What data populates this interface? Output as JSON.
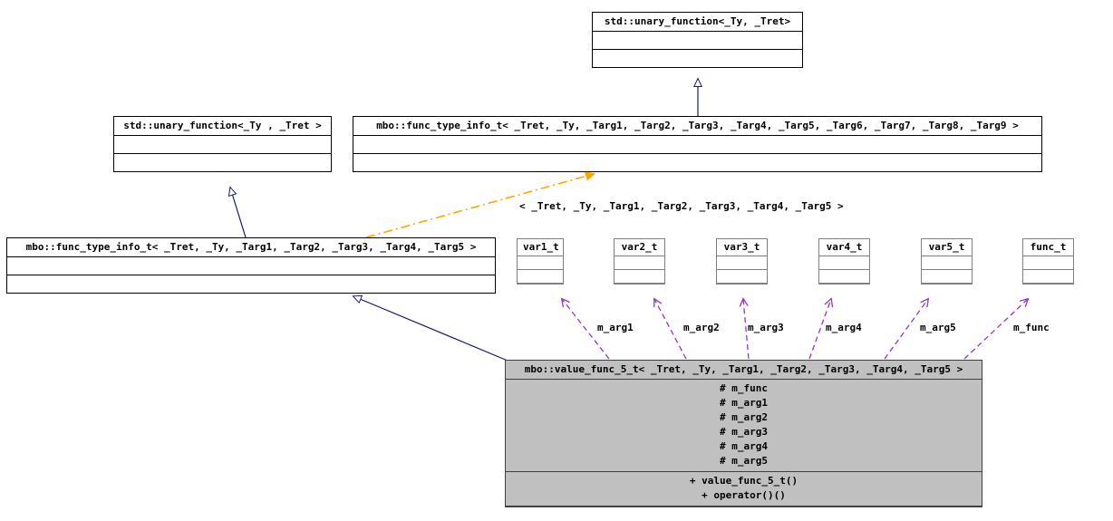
{
  "diagram": {
    "kind": "uml-class-collaboration-diagram",
    "background": "#ffffff",
    "colors": {
      "node_border": "#000000",
      "small_node_border": "#808080",
      "highlight_fill": "#c0c0c0",
      "inheritance_edge": "#191970",
      "usage_edge": "#9932cc",
      "instantiation_edge": "#ffa500"
    }
  },
  "nodes": {
    "std_unary_function_top": {
      "title": "std::unary_function<_Ty, _Tret>"
    },
    "std_unary_function_left": {
      "title": "std::unary_function<_Ty , _Tret >"
    },
    "func_type_info_full": {
      "title": "mbo::func_type_info_t< _Tret, _Ty, _Targ1, _Targ2, _Targ3, _Targ4, _Targ5, _Targ6, _Targ7, _Targ8, _Targ9 >"
    },
    "func_type_info_5": {
      "title": "mbo::func_type_info_t< _Tret, _Ty, _Targ1, _Targ2, _Targ3, _Targ4, _Targ5 >"
    },
    "var1": {
      "title": "var1_t"
    },
    "var2": {
      "title": "var2_t"
    },
    "var3": {
      "title": "var3_t"
    },
    "var4": {
      "title": "var4_t"
    },
    "var5": {
      "title": "var5_t"
    },
    "func": {
      "title": "func_t"
    },
    "value_func_5": {
      "title": "mbo::value_func_5_t< _Tret, _Ty, _Targ1, _Targ2, _Targ3, _Targ4, _Targ5 >",
      "members": [
        "# m_func",
        "# m_arg1",
        "# m_arg2",
        "# m_arg3",
        "# m_arg4",
        "# m_arg5"
      ],
      "methods": [
        "+ value_func_5_t()",
        "+ operator()()"
      ]
    }
  },
  "edge_labels": {
    "template_binding": "< _Tret, _Ty, _Targ1, _Targ2, _Targ3, _Targ4, _Targ5 >",
    "m_arg1": "m_arg1",
    "m_arg2": "m_arg2",
    "m_arg3": "m_arg3",
    "m_arg4": "m_arg4",
    "m_arg5": "m_arg5",
    "m_func": "m_func"
  }
}
